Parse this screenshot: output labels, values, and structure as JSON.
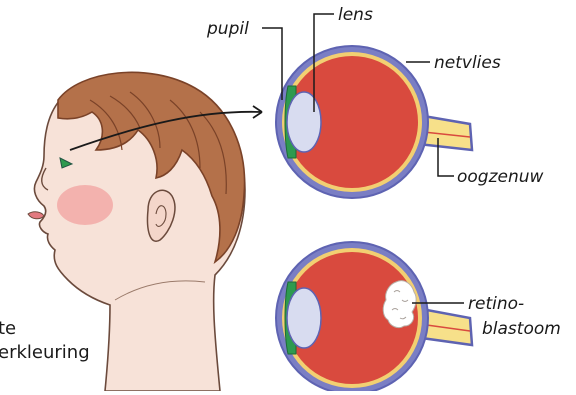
{
  "labels": {
    "pupil": "pupil",
    "lens": "lens",
    "retina": "netvlies",
    "optic_nerve": "oogzenuw",
    "tumor_line1": "retino-",
    "tumor_line2": "blastoom"
  },
  "caption_fragments": {
    "line1": "te",
    "line2": "erkleuring"
  },
  "colors": {
    "eye_outer": "#5e63b2",
    "eye_inner": "#d94a3e",
    "eye_rim": "#f2cf72",
    "lens": "#d8dcf0",
    "iris": "#2e9a4f",
    "skin": "#f7e2d8",
    "cheek": "#f2a2a0",
    "hair": "#9a5a3a",
    "tumor": "#ffffff"
  }
}
